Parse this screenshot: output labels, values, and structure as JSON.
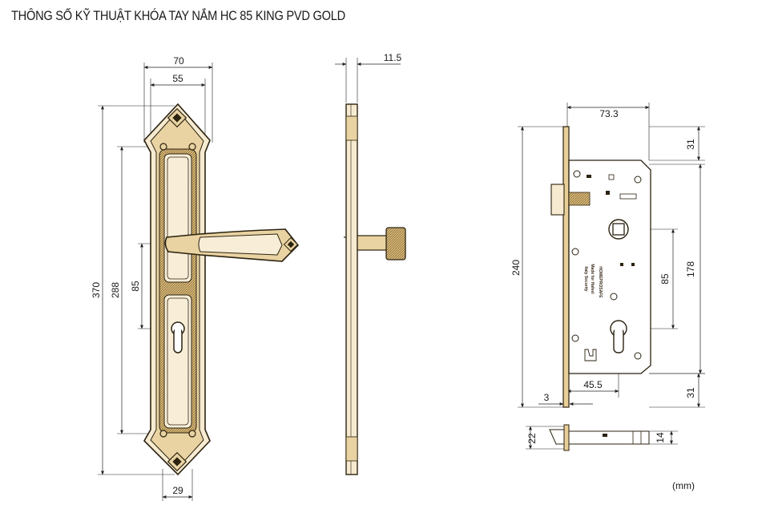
{
  "title": "THÔNG SỐ KỸ THUẬT KHÓA TAY NẮM HC 85 KING PVD GOLD",
  "unit_note": "(mm)",
  "colors": {
    "outline": "#2b2210",
    "gold": "#caa25a",
    "dim": "#222222",
    "body": "#ffffff"
  },
  "handle_plate": {
    "width_total": "70",
    "width_inner": "55",
    "height_total": "370",
    "screw_spacing": "288",
    "handle_to_key": "85",
    "bottom_width": "29"
  },
  "side_view": {
    "thickness": "11.5"
  },
  "mortise": {
    "backset": "73.3",
    "top_offset": "31",
    "bottom_offset": "31",
    "height": "240",
    "handle_to_cylinder": "85",
    "screw_spacing": "178",
    "cylinder_backset": "45.5",
    "faceplate": "3",
    "faceplate_width": "22",
    "body_width": "14",
    "brand_text": "HOMEPROSAFE",
    "label_line1": "Made for Hafeel",
    "label_line2": "Italy Security"
  }
}
